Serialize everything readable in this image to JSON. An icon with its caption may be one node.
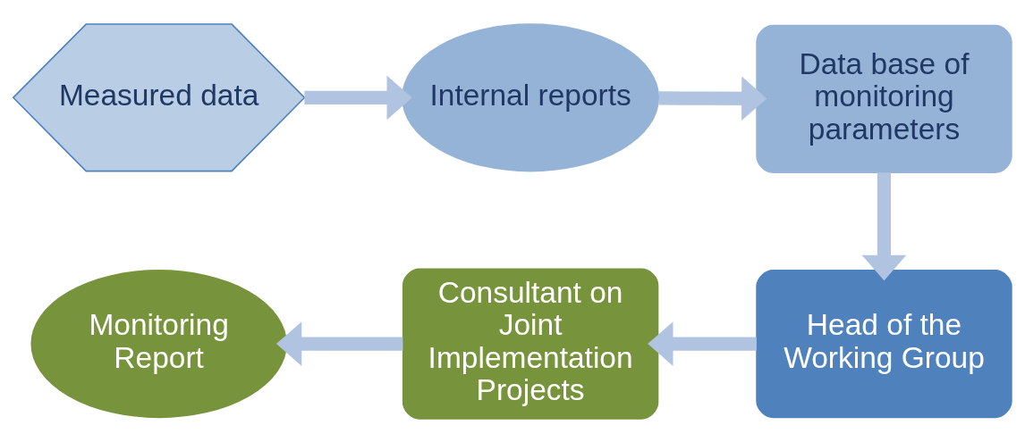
{
  "diagram": {
    "nodes": [
      {
        "text": [
          "Measured data"
        ]
      },
      {
        "text": [
          "Internal reports"
        ]
      },
      {
        "text": [
          "Data base of monitoring parameters"
        ]
      },
      {
        "text": [
          "Head of the Working Group"
        ]
      },
      {
        "text": [
          "Consultant on Joint Implementation Projects"
        ]
      },
      {
        "text": [
          "Monitoring Report"
        ]
      }
    ],
    "edges": [
      {
        "from": 0,
        "to": 1,
        "arrow": "to"
      },
      {
        "from": 1,
        "to": 2,
        "arrow": "to"
      },
      {
        "from": 2,
        "to": 3,
        "arrow": "to"
      },
      {
        "from": 3,
        "to": 4,
        "arrow": "to"
      },
      {
        "from": 4,
        "to": 5,
        "arrow": "to"
      }
    ]
  }
}
